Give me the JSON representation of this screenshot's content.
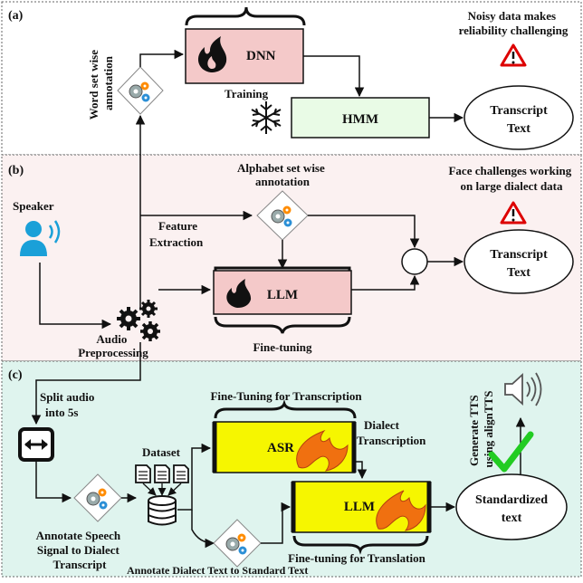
{
  "panel_a": {
    "label": "(a)",
    "annotation_lines": [
      "Word set wise",
      "annotation"
    ],
    "dnn": "DNN",
    "training": "Training",
    "hmm": "HMM",
    "transcript_lines": [
      "Transcript",
      "Text"
    ],
    "note_lines": [
      "Noisy data makes",
      "reliability challenging"
    ]
  },
  "panel_b": {
    "label": "(b)",
    "speaker": "Speaker",
    "annotation_lines": [
      "Alphabet set wise",
      "annotation"
    ],
    "feature_lines": [
      "Feature",
      "Extraction"
    ],
    "llm": "LLM",
    "fine_tuning": "Fine-tuning",
    "audio_lines": [
      "Audio",
      "Preprocessing"
    ],
    "transcript_lines": [
      "Transcript",
      "Text"
    ],
    "note_lines": [
      "Face challenges working",
      "on large dialect data"
    ]
  },
  "panel_c": {
    "label": "(c)",
    "split_lines": [
      "Split audio",
      "into 5s"
    ],
    "fine_tuning_transcription": "Fine-Tuning for Transcription",
    "dataset": "Dataset",
    "asr": "ASR",
    "dialect_lines": [
      "Dialect",
      "Transcription"
    ],
    "llm": "LLM",
    "standardized_lines": [
      "Standardized",
      "text"
    ],
    "tts_lines": [
      "Generate TTS",
      "using alignTTS"
    ],
    "fine_tuning_translation": "Fine-tuning for Translation",
    "annotate_speech_lines": [
      "Annotate Speech",
      "Signal to Dialect",
      "Transcript"
    ],
    "annotate_text": "Annotate Dialect Text to Standard Text"
  },
  "colors": {
    "panel_a_bg": "#ffffff",
    "panel_b_bg": "#fbf1f1",
    "panel_c_bg": "#dff4ee",
    "dnn_fill": "#f4c9c9",
    "hmm_fill": "#e9fbe6",
    "llm_b_fill": "#f4c9c9",
    "yellow_fill": "#f6f600",
    "flame": "#f07010",
    "warning": "#dd0000",
    "check": "#22cc22",
    "speaker": "#1aa0d8"
  },
  "icons": {
    "flame": "flame-icon",
    "snowflake": "snowflake-icon",
    "warning": "warning-icon",
    "speaker": "speaker-person-icon",
    "gears": "gears-icon",
    "swap": "swap-arrows-icon",
    "documents": "documents-icon",
    "database": "database-icon",
    "sound": "sound-icon",
    "check": "checkmark-icon"
  }
}
